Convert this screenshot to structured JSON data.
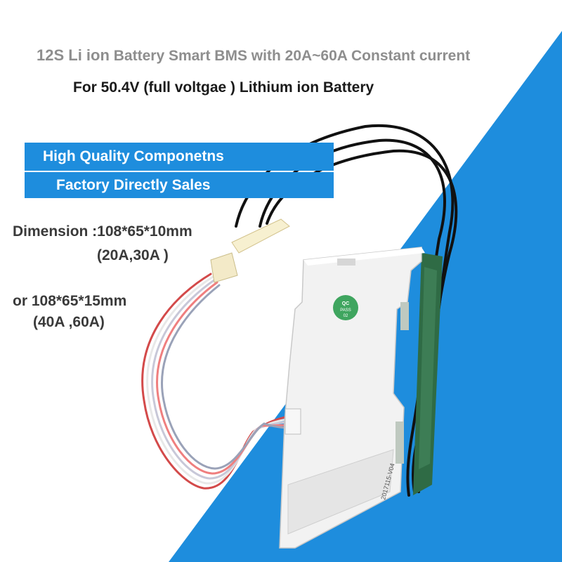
{
  "title_line1_lead": "12S Li ion",
  "title_line1_rest": " Battery Smart BMS with 20A~60A Constant current",
  "title_line2": "For 50.4V (full voltgae ) Lithium ion Battery",
  "banner_line1": "High Quality Componetns",
  "banner_line2": "Factory Directly Sales",
  "dimension_1": "Dimension :108*65*10mm",
  "dimension_1_note": "(20A,30A )",
  "dimension_2": "or 108*65*15mm",
  "dimension_2_note": "(40A ,60A)",
  "board_stamp": "QC PASS 02",
  "board_label": "2017115-V04",
  "colors": {
    "accent_blue": "#1e8ddd",
    "board_white": "#f2f2f2",
    "pcb_green": "#2f6b45"
  }
}
